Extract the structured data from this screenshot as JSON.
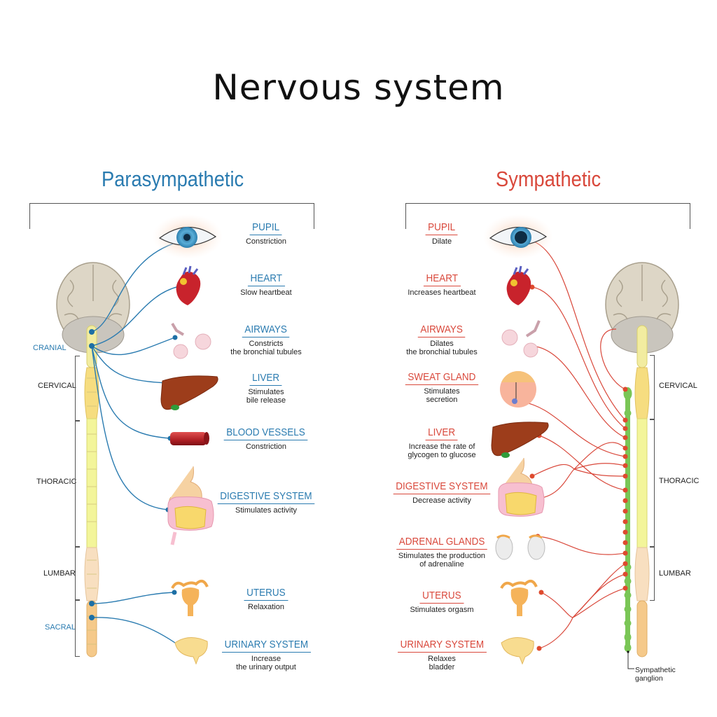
{
  "title": "Nervous system",
  "colors": {
    "parasympathetic": "#2a7bb0",
    "sympathetic": "#d9483b",
    "ganglion_chain": "#7ac656"
  },
  "parasympathetic": {
    "heading": "Parasympathetic",
    "regions": [
      "CRANIAL",
      "CERVICAL",
      "THORACIC",
      "LUMBAR",
      "SACRAL"
    ],
    "organs": [
      {
        "name": "PUPIL",
        "effect": "Constriction",
        "icon": "eye-icon"
      },
      {
        "name": "HEART",
        "effect": "Slow heartbeat",
        "icon": "heart-icon"
      },
      {
        "name": "AIRWAYS",
        "effect": "Constricts\nthe bronchial tubules",
        "icon": "lungs-icon"
      },
      {
        "name": "LIVER",
        "effect": "Stimulates\nbile release",
        "icon": "liver-icon"
      },
      {
        "name": "BLOOD VESSELS",
        "effect": "Constriction",
        "icon": "blood-vessel-icon"
      },
      {
        "name": "DIGESTIVE SYSTEM",
        "effect": "Stimulates activity",
        "icon": "digestive-system-icon"
      },
      {
        "name": "UTERUS",
        "effect": "Relaxation",
        "icon": "uterus-icon"
      },
      {
        "name": "URINARY SYSTEM",
        "effect": "Increase\nthe urinary output",
        "icon": "bladder-icon"
      }
    ]
  },
  "sympathetic": {
    "heading": "Sympathetic",
    "regions": [
      "CERVICAL",
      "THORACIC",
      "LUMBAR"
    ],
    "ganglion_label": "Sympathetic\nganglion",
    "organs": [
      {
        "name": "PUPIL",
        "effect": "Dilate",
        "icon": "eye-icon"
      },
      {
        "name": "HEART",
        "effect": "Increases heartbeat",
        "icon": "heart-icon"
      },
      {
        "name": "AIRWAYS",
        "effect": "Dilates\nthe bronchial tubules",
        "icon": "lungs-icon"
      },
      {
        "name": "SWEAT GLAND",
        "effect": "Stimulates\nsecretion",
        "icon": "sweat-gland-icon"
      },
      {
        "name": "LIVER",
        "effect": "Increase the rate of\nglycogen to glucose",
        "icon": "liver-icon"
      },
      {
        "name": "DIGESTIVE SYSTEM",
        "effect": "Decrease activity",
        "icon": "digestive-system-icon"
      },
      {
        "name": "ADRENAL GLANDS",
        "effect": "Stimulates the production\nof adrenaline",
        "icon": "adrenal-glands-icon"
      },
      {
        "name": "UTERUS",
        "effect": "Stimulates orgasm",
        "icon": "uterus-icon"
      },
      {
        "name": "URINARY SYSTEM",
        "effect": "Relaxes\nbladder",
        "icon": "bladder-icon"
      }
    ]
  }
}
